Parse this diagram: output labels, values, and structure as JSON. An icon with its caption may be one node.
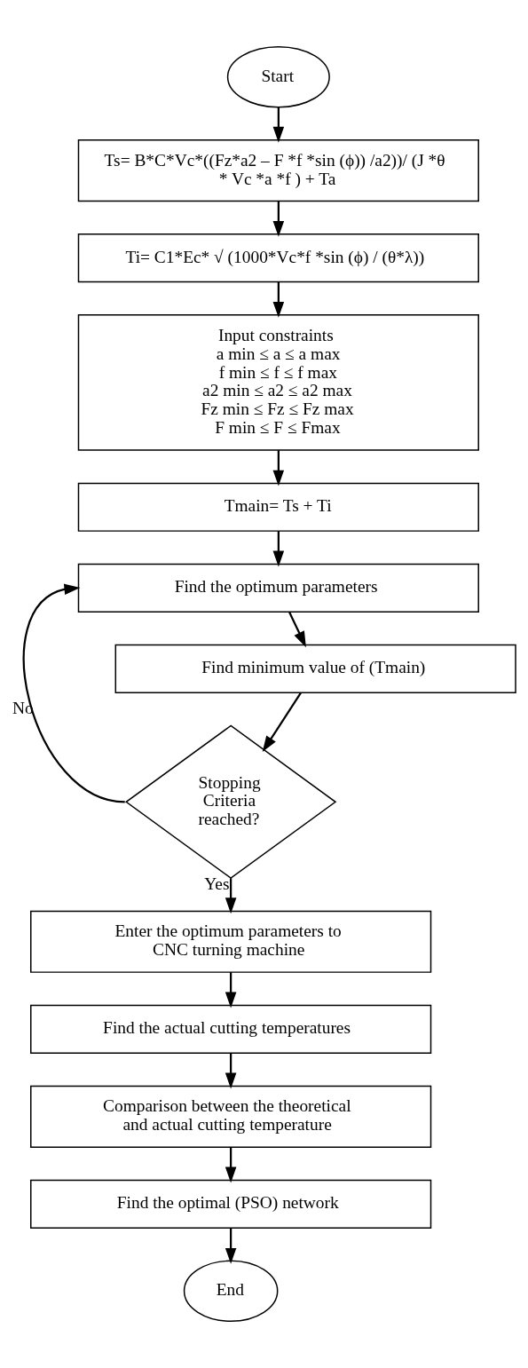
{
  "diagram": {
    "nodes": [
      {
        "text": [
          "Start"
        ]
      },
      {
        "text": [
          "Ts= B*C*Vc*((Fz*a2 – F *f *sin (ϕ)) /a2))/ (J *θ * Vc *a *f ) + Ta"
        ]
      },
      {
        "text": [
          "Ti= C1*Ec* √ (1000*Vc*f *sin (ϕ) / (θ*λ))"
        ]
      },
      {
        "text": [
          "Input constraints",
          "a min ≤ a ≤ a max",
          "f min ≤ f ≤ f max",
          "a2 min ≤ a2 ≤ a2 max",
          "Fz min ≤ Fz ≤ Fz max",
          "F min ≤ F ≤ Fmax"
        ]
      },
      {
        "text": [
          "Tmain= Ts + Ti"
        ]
      },
      {
        "text": [
          "Find the optimum parameters"
        ]
      },
      {
        "text": [
          "Find minimum value of (Tmain)"
        ]
      },
      {
        "text": [
          "Stopping Criteria reached?"
        ]
      },
      {
        "text": [
          "Enter the optimum parameters to CNC turning machine"
        ]
      },
      {
        "text": [
          "Find the actual cutting temperatures"
        ]
      },
      {
        "text": [
          "Comparison between the theoretical and actual cutting temperature"
        ]
      },
      {
        "text": [
          "Find the optimal (PSO) network"
        ]
      },
      {
        "text": [
          "End"
        ]
      }
    ],
    "edges": [
      {
        "from": 0,
        "to": 1,
        "arrow": "to"
      },
      {
        "from": 1,
        "to": 2,
        "arrow": "to"
      },
      {
        "from": 2,
        "to": 3,
        "arrow": "to"
      },
      {
        "from": 3,
        "to": 4,
        "arrow": "to"
      },
      {
        "from": 4,
        "to": 5,
        "arrow": "to"
      },
      {
        "from": 5,
        "to": 6,
        "arrow": "to"
      },
      {
        "from": 6,
        "to": 7,
        "arrow": "to"
      },
      {
        "from": 7,
        "to": 5,
        "arrow": "to",
        "label": "No"
      },
      {
        "from": 7,
        "to": 8,
        "arrow": "to",
        "label": "Yes"
      },
      {
        "from": 8,
        "to": 9,
        "arrow": "to"
      },
      {
        "from": 9,
        "to": 10,
        "arrow": "to"
      },
      {
        "from": 10,
        "to": 11,
        "arrow": "to"
      },
      {
        "from": 11,
        "to": 12,
        "arrow": "to"
      }
    ]
  }
}
